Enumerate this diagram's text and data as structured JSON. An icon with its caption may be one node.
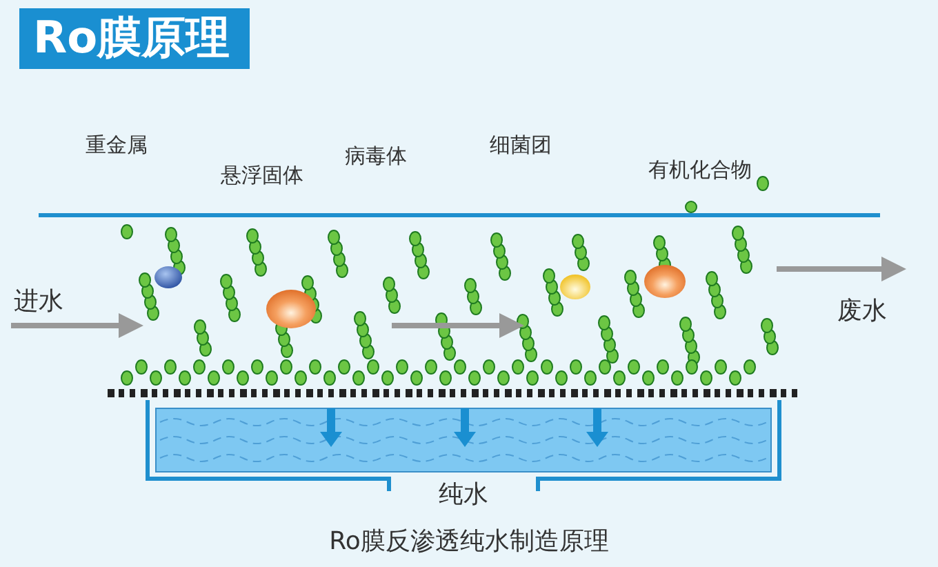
{
  "diagram": {
    "title": "Ro膜原理",
    "caption": "Ro膜反渗透纯水制造原理",
    "nodes": [
      {
        "text": [
          "纯水"
        ]
      }
    ],
    "labels": [
      "重金属",
      "悬浮固体",
      "病毒体",
      "细菌团",
      "有机化合物",
      "进水",
      "废水"
    ]
  }
}
